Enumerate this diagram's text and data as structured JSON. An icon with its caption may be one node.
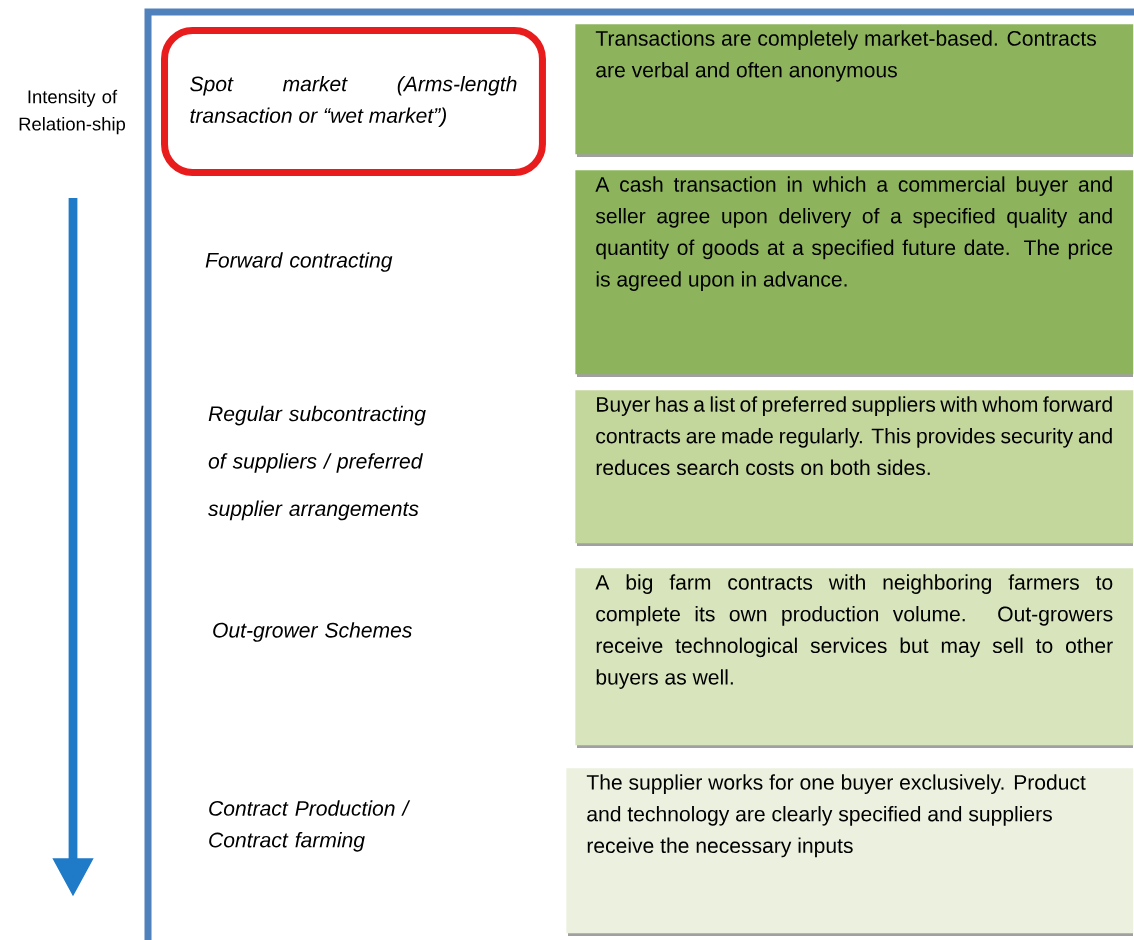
{
  "diagram": {
    "nodes": [
      {
        "text": [
          "Spot market (Arms-length transaction or “wet market”)"
        ]
      },
      {
        "text": [
          "Transactions are completely market-based. Contracts are verbal and often anonymous"
        ]
      },
      {
        "text": [
          "A cash transaction in which a commercial buyer and seller agree upon delivery of a specified quality and quantity of goods at a specified future date. The price is agreed upon in advance."
        ]
      },
      {
        "text": [
          "Buyer has a list of preferred suppliers with whom forward contracts are made regularly. This provides security and reduces search costs on both sides."
        ]
      },
      {
        "text": [
          "A big farm contracts with neighboring farmers to complete its own production volume. Out-growers receive technological services but may sell to other buyers as well."
        ]
      },
      {
        "text": [
          "The supplier works for one buyer exclusively. Product and technology are clearly specified and suppliers receive the necessary inputs"
        ]
      }
    ],
    "labels": [
      "Intensity of Relation-ship",
      "Forward contracting",
      "Regular subcontracting of suppliers / preferred supplier arrangements",
      "Out-grower Schemes",
      "Contract Production / Contract farming"
    ]
  }
}
